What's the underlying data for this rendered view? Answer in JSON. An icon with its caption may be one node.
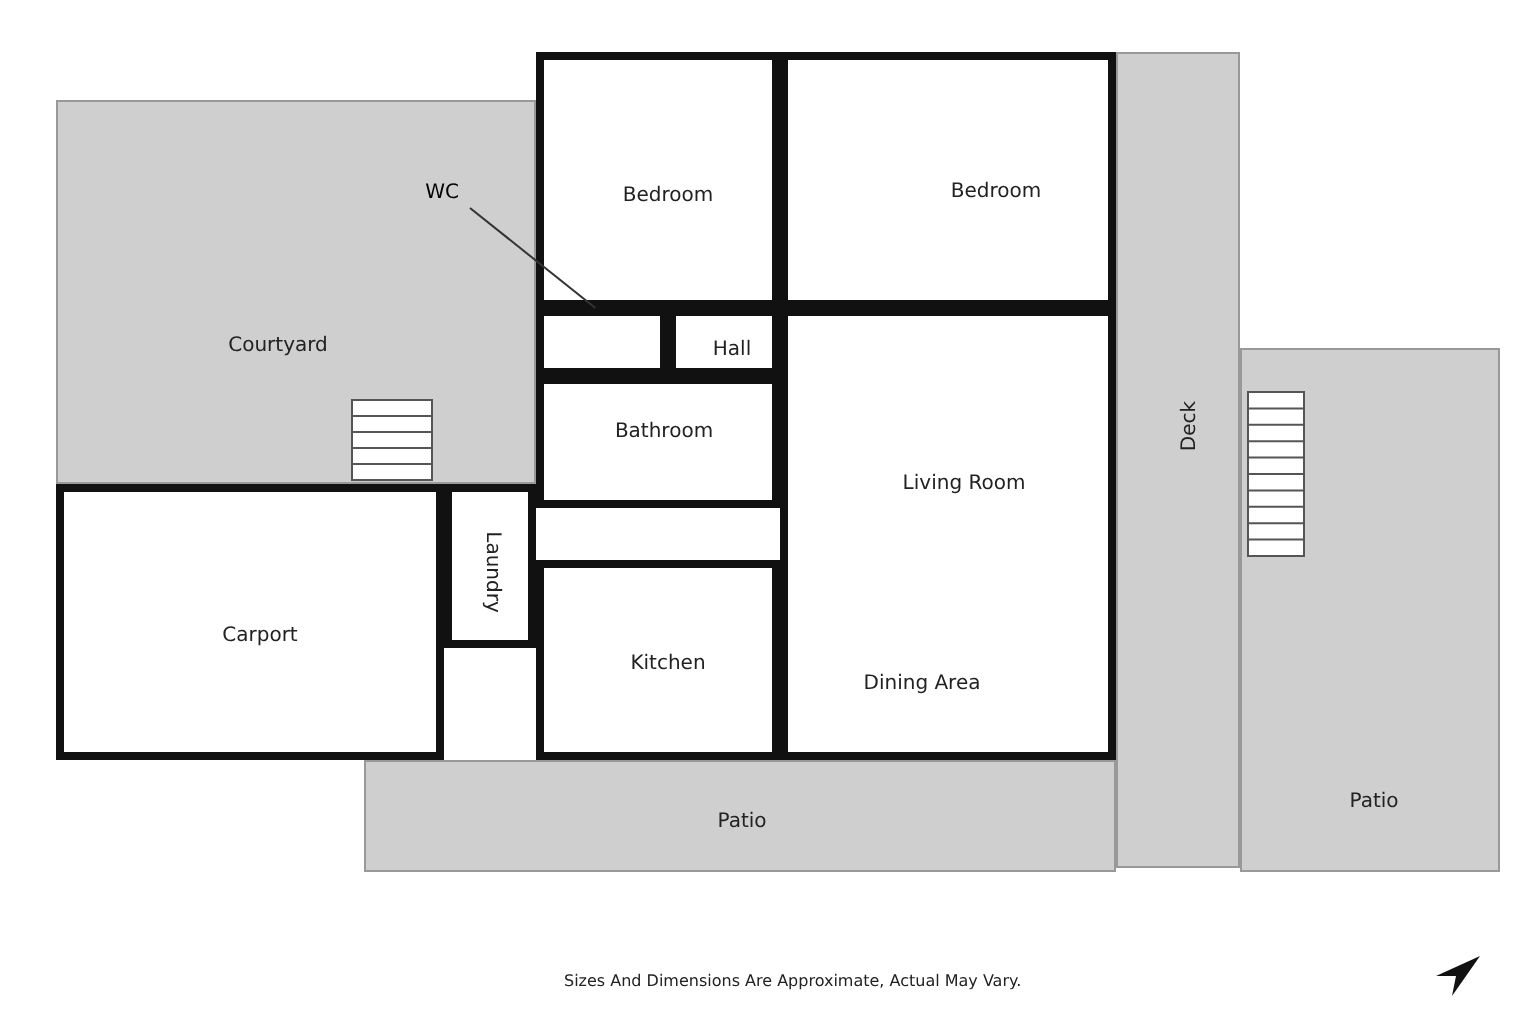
{
  "diagram": {
    "nodes": [
      {
        "text": [
          "Bedroom"
        ]
      },
      {
        "text": [
          "Bedroom"
        ]
      },
      {
        "text": [
          "Courtyard"
        ]
      },
      {
        "text": [
          "WC"
        ],
        "in": 2
      },
      {
        "text": [],
        "shape": "box"
      },
      {
        "text": [
          "Hall"
        ]
      },
      {
        "text": [
          "Bathroom"
        ]
      },
      {
        "text": [
          "Living Room",
          "Dining Area"
        ]
      },
      {
        "text": [
          "Deck"
        ]
      },
      {
        "text": [
          "Laundry"
        ]
      },
      {
        "text": [
          "Carport"
        ]
      },
      {
        "text": [
          "Kitchen"
        ]
      },
      {
        "text": [
          "Patio"
        ]
      },
      {
        "text": [
          "Patio"
        ]
      }
    ],
    "edges": [
      {
        "from": 3,
        "to": 4,
        "arrow": "none"
      }
    ],
    "labels": [
      "Sizes And Dimensions Are Approximate, Actual May Vary."
    ]
  }
}
